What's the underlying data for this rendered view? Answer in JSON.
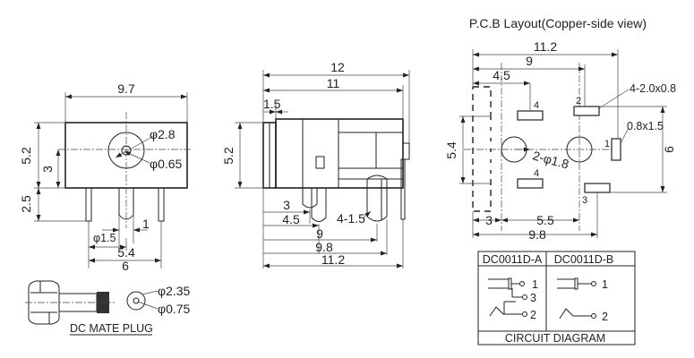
{
  "pcb": {
    "title": "P.C.B Layout(Copper-side view)",
    "dims": {
      "w112": "11.2",
      "w9": "9",
      "w45": "4.5",
      "slot": "4-2.0x0.8",
      "p08": "0.8x1.5",
      "h54": "5.4",
      "h6": "6",
      "hole": "2-φ1.8",
      "b3": "3",
      "b55": "5.5",
      "b98": "9.8"
    },
    "pins": {
      "p1": "1",
      "p2": "2",
      "p3": "3",
      "p4a": "4",
      "p4b": "4"
    }
  },
  "front": {
    "dims": {
      "w97": "9.7",
      "h52": "5.2",
      "h3": "3",
      "h25": "2.5",
      "d28": "φ2.8",
      "d065": "φ0.65",
      "p15": "φ1.5",
      "p1": "1",
      "w54": "5.4",
      "w6": "6"
    }
  },
  "side": {
    "dims": {
      "w12": "12",
      "w11": "11",
      "w15": "1.5",
      "h52": "5.2",
      "b3": "3",
      "b45": "4.5",
      "b415": "4-1.5",
      "b9": "9",
      "b98": "9.8",
      "b112": "11.2"
    }
  },
  "plug": {
    "caption": "DC MATE PLUG",
    "d235": "φ2.35",
    "d075": "φ0.75"
  },
  "circuit": {
    "col_a": "DC0011D-A",
    "col_b": "DC0011D-B",
    "caption": "CIRCUIT DIAGRAM",
    "a_pins": [
      "1",
      "3",
      "2"
    ],
    "b_pins": [
      "1",
      "2"
    ]
  }
}
